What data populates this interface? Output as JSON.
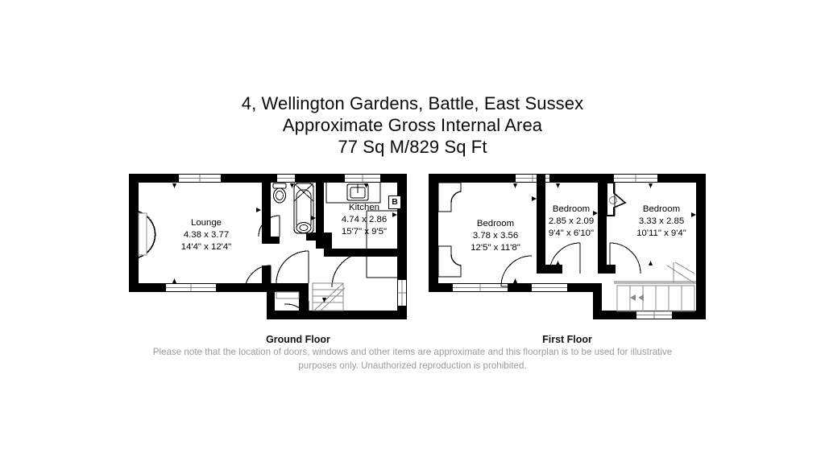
{
  "title": {
    "line1": "4, Wellington Gardens, Battle, East Sussex",
    "line2": "Approximate Gross Internal Area",
    "line3": "77 Sq M/829 Sq Ft"
  },
  "captions": {
    "ground": "Ground Floor",
    "first": "First Floor"
  },
  "footer": {
    "line1": "Please note that the location of doors, windows and other items are approximate and this floorplan is to be used for illustrative",
    "line2": "purposes only. Unauthorized reproduction is prohibited."
  },
  "ground_floor": {
    "rooms": [
      {
        "name": "Lounge",
        "metric": "4.38 x 3.77",
        "imperial": "14'4\" x 12'4\""
      },
      {
        "name": "Kitchen",
        "metric": "4.74 x 2.86",
        "imperial": "15'7\" x 9'5\""
      }
    ],
    "markers": [
      {
        "label": "B",
        "meaning": "boiler"
      }
    ],
    "fixtures": [
      "toilet",
      "bathtub",
      "wash-basin",
      "kitchen-sink",
      "staircase"
    ]
  },
  "first_floor": {
    "rooms": [
      {
        "name": "Bedroom",
        "metric": "3.78 x 3.56",
        "imperial": "12'5\" x 11'8\""
      },
      {
        "name": "Bedroom",
        "metric": "2.85 x 2.09",
        "imperial": "9'4\" x 6'10\""
      },
      {
        "name": "Bedroom",
        "metric": "3.33 x 2.85",
        "imperial": "10'11\" x 9'4\""
      }
    ],
    "fixtures": [
      "airing-cupboard",
      "staircase"
    ]
  },
  "colors": {
    "wall": "#000000",
    "room_fill": "#ffffff",
    "text": "#000000",
    "footer_text": "#9b9b9b",
    "stair_line": "#8a8a8a"
  }
}
